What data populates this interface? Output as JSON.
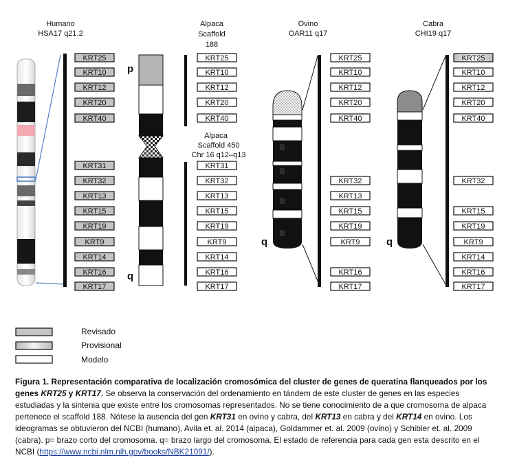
{
  "species": [
    {
      "name": "Humano",
      "sub": "HSA17 q21.2"
    },
    {
      "name": "Alpaca",
      "sub": "Scaffold",
      "sub2": "188"
    },
    {
      "name": "Ovino",
      "sub": "OAR11 q17"
    },
    {
      "name": "Cabra",
      "sub": "CHI19 q17"
    }
  ],
  "alpaca_scaffold2": [
    "Alpaca",
    "Scaffold 450",
    "Chr 16 q12–q13"
  ],
  "arm_labels": {
    "p": "p",
    "q": "q"
  },
  "gene_columns": [
    {
      "genes": [
        {
          "label": "KRT25",
          "status": "revisado"
        },
        {
          "label": "KRT10",
          "status": "revisado"
        },
        {
          "label": "KRT12",
          "status": "revisado"
        },
        {
          "label": "KRT20",
          "status": "revisado"
        },
        {
          "label": "KRT40",
          "status": "revisado"
        },
        {
          "label": "KRT31",
          "status": "revisado"
        },
        {
          "label": "KRT32",
          "status": "revisado"
        },
        {
          "label": "KRT13",
          "status": "revisado"
        },
        {
          "label": "KRT15",
          "status": "revisado"
        },
        {
          "label": "KRT19",
          "status": "revisado"
        },
        {
          "label": "KRT9",
          "status": "revisado"
        },
        {
          "label": "KRT14",
          "status": "revisado"
        },
        {
          "label": "KRT16",
          "status": "revisado"
        },
        {
          "label": "KRT17",
          "status": "revisado"
        }
      ]
    },
    {
      "genes": [
        {
          "label": "KRT25",
          "status": "modelo"
        },
        {
          "label": "KRT10",
          "status": "modelo"
        },
        {
          "label": "KRT12",
          "status": "modelo"
        },
        {
          "label": "KRT20",
          "status": "modelo"
        },
        {
          "label": "KRT40",
          "status": "modelo"
        },
        {
          "label": "KRT31",
          "status": "modelo"
        },
        {
          "label": "KRT32",
          "status": "modelo"
        },
        {
          "label": "KRT13",
          "status": "modelo"
        },
        {
          "label": "KRT15",
          "status": "modelo"
        },
        {
          "label": "KRT19",
          "status": "modelo"
        },
        {
          "label": "KRT9",
          "status": "modelo"
        },
        {
          "label": "KRT14",
          "status": "modelo"
        },
        {
          "label": "KRT16",
          "status": "modelo"
        },
        {
          "label": "KRT17",
          "status": "modelo"
        }
      ]
    },
    {
      "genes": [
        {
          "label": "KRT25",
          "status": "modelo"
        },
        {
          "label": "KRT10",
          "status": "modelo"
        },
        {
          "label": "KRT12",
          "status": "modelo"
        },
        {
          "label": "KRT20",
          "status": "modelo"
        },
        {
          "label": "KRT40",
          "status": "modelo"
        },
        {
          "label": "KRT32",
          "status": "modelo"
        },
        {
          "label": "KRT13",
          "status": "modelo"
        },
        {
          "label": "KRT15",
          "status": "modelo"
        },
        {
          "label": "KRT19",
          "status": "modelo"
        },
        {
          "label": "KRT9",
          "status": "modelo"
        },
        {
          "label": "KRT16",
          "status": "modelo"
        },
        {
          "label": "KRT17",
          "status": "modelo"
        }
      ]
    },
    {
      "genes": [
        {
          "label": "KRT25",
          "status": "provisional"
        },
        {
          "label": "KRT10",
          "status": "modelo"
        },
        {
          "label": "KRT12",
          "status": "modelo"
        },
        {
          "label": "KRT20",
          "status": "modelo"
        },
        {
          "label": "KRT40",
          "status": "modelo"
        },
        {
          "label": "KRT32",
          "status": "modelo"
        },
        {
          "label": "KRT15",
          "status": "modelo"
        },
        {
          "label": "KRT19",
          "status": "modelo"
        },
        {
          "label": "KRT9",
          "status": "modelo"
        },
        {
          "label": "KRT14",
          "status": "modelo"
        },
        {
          "label": "KRT16",
          "status": "modelo"
        },
        {
          "label": "KRT17",
          "status": "modelo"
        }
      ]
    }
  ],
  "legend": [
    {
      "label": "Revisado",
      "style": "revisado"
    },
    {
      "label": "Provisional",
      "style": "provisional"
    },
    {
      "label": "Modelo",
      "style": "modelo"
    }
  ],
  "caption": {
    "bold_intro": "Figura 1. Representación comparativa de localización cromosómica del cluster de genes de queratina flanqueados por los genes ",
    "bold_g1": "KRT25",
    "bold_y": " y ",
    "bold_g2": "KRT17",
    "bold_end": ".",
    "t1": " Se observa la conservación del ordenamiento en tándem de este cluster de genes en las especies estudiadas y la sintenia que existe entre los cromosomas representados. No se tiene conocimiento de a que cromosoma de alpaca pertenece el scaffold 188. Nótese la ausencia del gen ",
    "g_krt31": "KRT31",
    "t2": " en ovino y cabra, del ",
    "g_krt13": "KRT13",
    "t3": " en cabra y del ",
    "g_krt14": "KRT14",
    "t4": " en ovino. Los ideogramas se obtuvieron del NCBI (humano), Avila et. al. 2014 (alpaca), Goldammer et. al. 2009 (ovino) y Schibler et. al. 2009 (cabra). p= brazo corto del cromosoma. q= brazo largo del cromosoma. El estado de referencia para cada gen esta descrito en el NCBI (",
    "link": "https://www.ncbi.nlm.nih.gov/books/NBK21091/",
    "t5": ")."
  },
  "colors": {
    "revisado_fill": "#c4c4c4",
    "modelo_fill": "#ffffff",
    "band_dark": "#111111",
    "pink": "#f2a9b2",
    "blue": "#4f7fc4"
  }
}
